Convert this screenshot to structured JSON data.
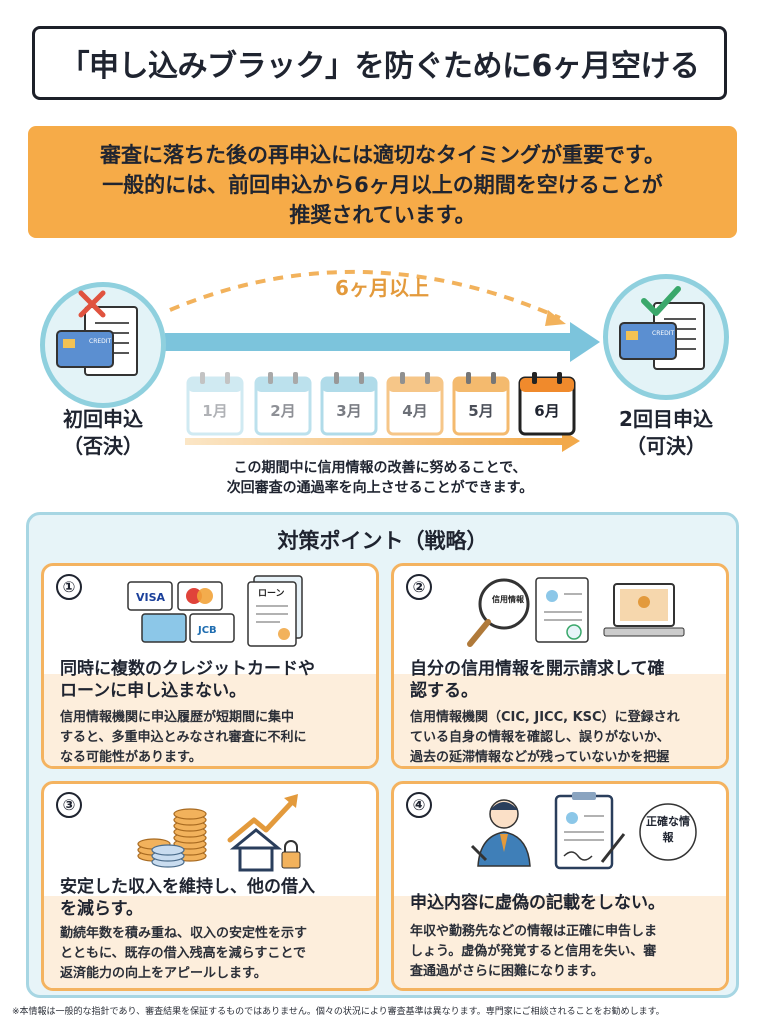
{
  "title": "「申し込みブラック」を防ぐために6ヶ月空ける",
  "intro": {
    "lines": [
      "審査に落ちた後の再申込には適切なタイミングが重要です。",
      "一般的には、前回申込から6ヶ月以上の期間を空けることが",
      "推奨されています。"
    ]
  },
  "timeline": {
    "gap_label": "6ヶ月以上",
    "first": {
      "line1": "初回申込",
      "line2": "（否決）"
    },
    "second": {
      "line1": "2回目申込",
      "line2": "（可決）"
    },
    "card_label": "CREDIT",
    "months": [
      "1月",
      "2月",
      "3月",
      "4月",
      "5月",
      "6月"
    ],
    "note_lines": [
      "この期間中に信用情報の改善に努めることで、",
      "次回審査の通過率を向上させることができます。"
    ]
  },
  "strategy": {
    "title": "対策ポイント（戦略）",
    "cards": [
      {
        "number": "①",
        "heading": [
          "同時に複数のクレジットカードや",
          "ローンに申し込まない。"
        ],
        "body": [
          "信用情報機関に申込履歴が短期間に集中",
          "すると、多重申込とみなされ審査に不利に",
          "なる可能性があります。"
        ],
        "icon_text": {
          "visa": "VISA",
          "jcb": "JCB",
          "loan": "ローン"
        }
      },
      {
        "number": "②",
        "heading": [
          "自分の信用情報を開示請求して確",
          "認する。"
        ],
        "body": [
          "信用情報機関（CIC, JICC, KSC）に登録され",
          "ている自身の情報を確認し、誤りがないか、",
          "過去の延滞情報などが残っていないかを把握"
        ],
        "icon_text": {
          "magnifier": "信用情報"
        }
      },
      {
        "number": "③",
        "heading": [
          "安定した収入を維持し、他の借入",
          "を減らす。"
        ],
        "body": [
          "勤続年数を積み重ね、収入の安定性を示す",
          "とともに、既存の借入残高を減らすことで",
          "返済能力の向上をアピールします。"
        ]
      },
      {
        "number": "④",
        "heading": [
          "申込内容に虚偽の記載をしない。"
        ],
        "body": [
          "年収や勤務先などの情報は正確に申告しま",
          "しょう。虚偽が発覚すると信用を失い、審",
          "査通過がさらに困難になります。"
        ],
        "icon_text": {
          "badge": "正確な情報"
        }
      }
    ]
  },
  "footer": "※本情報は一般的な指針であり、審査結果を保証するものではありません。個々の状況により審査基準は異なります。専門家にご相談されることをお勧めします。",
  "colors": {
    "accent_orange": "#f6ab48",
    "arrow_blue": "#7cc4dc",
    "panel_bg": "#e7f4f8",
    "reject_red": "#e0533f",
    "approve_green": "#3aa86b"
  }
}
